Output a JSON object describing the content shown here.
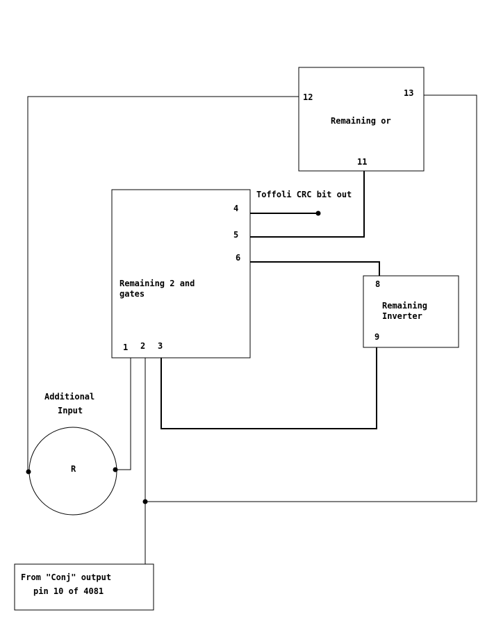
{
  "diagram": {
    "blocks": {
      "or_gate": {
        "label": "Remaining or",
        "pins": {
          "in_a": "12",
          "out": "13",
          "in_b": "11"
        }
      },
      "and_gates": {
        "label_line1": "Remaining 2 and",
        "label_line2": "gates",
        "pins": {
          "p1": "1",
          "p2": "2",
          "p3": "3",
          "p4": "4",
          "p5": "5",
          "p6": "6"
        }
      },
      "inverter": {
        "label_line1": "Remaining",
        "label_line2": "Inverter",
        "pins": {
          "in": "8",
          "out": "9"
        }
      },
      "resistor": {
        "label": "R",
        "caption_line1": "Additional",
        "caption_line2": "Input"
      },
      "source": {
        "label_line1": "From \"Conj\" output",
        "label_line2": "pin 10 of 4081"
      }
    },
    "annotations": {
      "toffoli_out": "Toffoli CRC bit out"
    },
    "colors": {
      "line": "#000000",
      "background": "#ffffff"
    }
  }
}
